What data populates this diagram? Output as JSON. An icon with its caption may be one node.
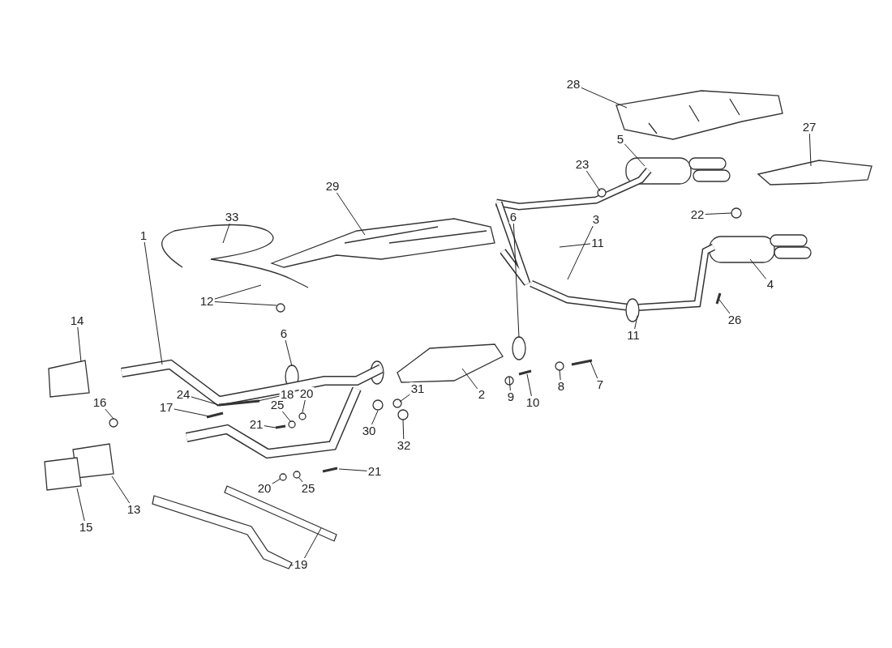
{
  "diagram": {
    "nodes": [
      {
        "text": [
          "28"
        ]
      },
      {
        "text": [
          "27"
        ]
      },
      {
        "text": [
          "5"
        ]
      },
      {
        "text": [
          "23"
        ]
      },
      {
        "text": [
          "29"
        ]
      },
      {
        "text": [
          "22"
        ]
      },
      {
        "text": [
          "6"
        ]
      },
      {
        "text": [
          "33"
        ]
      },
      {
        "text": [
          "3"
        ]
      },
      {
        "text": [
          "1"
        ]
      },
      {
        "text": [
          "11"
        ]
      },
      {
        "text": [
          "4"
        ]
      },
      {
        "text": [
          "12"
        ]
      },
      {
        "text": [
          "14"
        ]
      },
      {
        "text": [
          "6"
        ]
      },
      {
        "text": [
          "26"
        ]
      },
      {
        "text": [
          "11"
        ]
      },
      {
        "text": [
          "7"
        ]
      },
      {
        "text": [
          "8"
        ]
      },
      {
        "text": [
          "31"
        ]
      },
      {
        "text": [
          "24"
        ]
      },
      {
        "text": [
          "18"
        ]
      },
      {
        "text": [
          "20"
        ]
      },
      {
        "text": [
          "2"
        ]
      },
      {
        "text": [
          "9"
        ]
      },
      {
        "text": [
          "10"
        ]
      },
      {
        "text": [
          "16"
        ]
      },
      {
        "text": [
          "25"
        ]
      },
      {
        "text": [
          "17"
        ]
      },
      {
        "text": [
          "21"
        ]
      },
      {
        "text": [
          "30"
        ]
      },
      {
        "text": [
          "32"
        ]
      },
      {
        "text": [
          "25"
        ]
      },
      {
        "text": [
          "20"
        ]
      },
      {
        "text": [
          "21"
        ]
      },
      {
        "text": [
          "13"
        ]
      },
      {
        "text": [
          "15"
        ]
      },
      {
        "text": [
          "19"
        ]
      },
      {
        "text": [],
        "shape": "bar"
      },
      {
        "text": [],
        "shape": "bar"
      }
    ],
    "edges": [
      {
        "from": 0,
        "to": null,
        "arrow": "none"
      },
      {
        "from": 1,
        "to": null,
        "arrow": "none"
      },
      {
        "from": 2,
        "to": null,
        "arrow": "none"
      },
      {
        "from": 3,
        "to": null,
        "arrow": "none"
      },
      {
        "from": 4,
        "to": null,
        "arrow": "none"
      },
      {
        "from": 5,
        "to": null,
        "arrow": "none"
      },
      {
        "from": 6,
        "to": null,
        "arrow": "none"
      },
      {
        "from": 7,
        "to": null,
        "arrow": "none"
      },
      {
        "from": 8,
        "to": null,
        "arrow": "none"
      },
      {
        "from": 9,
        "to": null,
        "arrow": "none"
      },
      {
        "from": 10,
        "to": null,
        "arrow": "none"
      },
      {
        "from": 11,
        "to": null,
        "arrow": "none"
      },
      {
        "from": 12,
        "to": null,
        "arrow": "none"
      },
      {
        "from": 12,
        "to": null,
        "arrow": "none"
      },
      {
        "from": 13,
        "to": null,
        "arrow": "none"
      },
      {
        "from": 14,
        "to": null,
        "arrow": "none"
      },
      {
        "from": 15,
        "to": null,
        "arrow": "none"
      },
      {
        "from": 16,
        "to": null,
        "arrow": "none"
      },
      {
        "from": 17,
        "to": null,
        "arrow": "none"
      },
      {
        "from": 18,
        "to": null,
        "arrow": "none"
      },
      {
        "from": 19,
        "to": null,
        "arrow": "none"
      },
      {
        "from": 20,
        "to": null,
        "arrow": "none"
      },
      {
        "from": 21,
        "to": null,
        "arrow": "none"
      },
      {
        "from": 22,
        "to": null,
        "arrow": "none"
      },
      {
        "from": 23,
        "to": null,
        "arrow": "none"
      },
      {
        "from": 24,
        "to": null,
        "arrow": "none"
      },
      {
        "from": 25,
        "to": null,
        "arrow": "none"
      },
      {
        "from": 26,
        "to": null,
        "arrow": "none"
      },
      {
        "from": 27,
        "to": null,
        "arrow": "none"
      },
      {
        "from": 28,
        "to": null,
        "arrow": "none"
      },
      {
        "from": 29,
        "to": null,
        "arrow": "none"
      },
      {
        "from": 30,
        "to": null,
        "arrow": "none"
      },
      {
        "from": 31,
        "to": null,
        "arrow": "none"
      },
      {
        "from": 32,
        "to": null,
        "arrow": "none"
      },
      {
        "from": 33,
        "to": null,
        "arrow": "none"
      },
      {
        "from": 34,
        "to": null,
        "arrow": "none"
      },
      {
        "from": 35,
        "to": null,
        "arrow": "none"
      },
      {
        "from": 36,
        "to": null,
        "arrow": "none"
      },
      {
        "from": 37,
        "to": 38,
        "arrow": "none"
      },
      {
        "from": 37,
        "to": 39,
        "arrow": "none"
      }
    ]
  }
}
